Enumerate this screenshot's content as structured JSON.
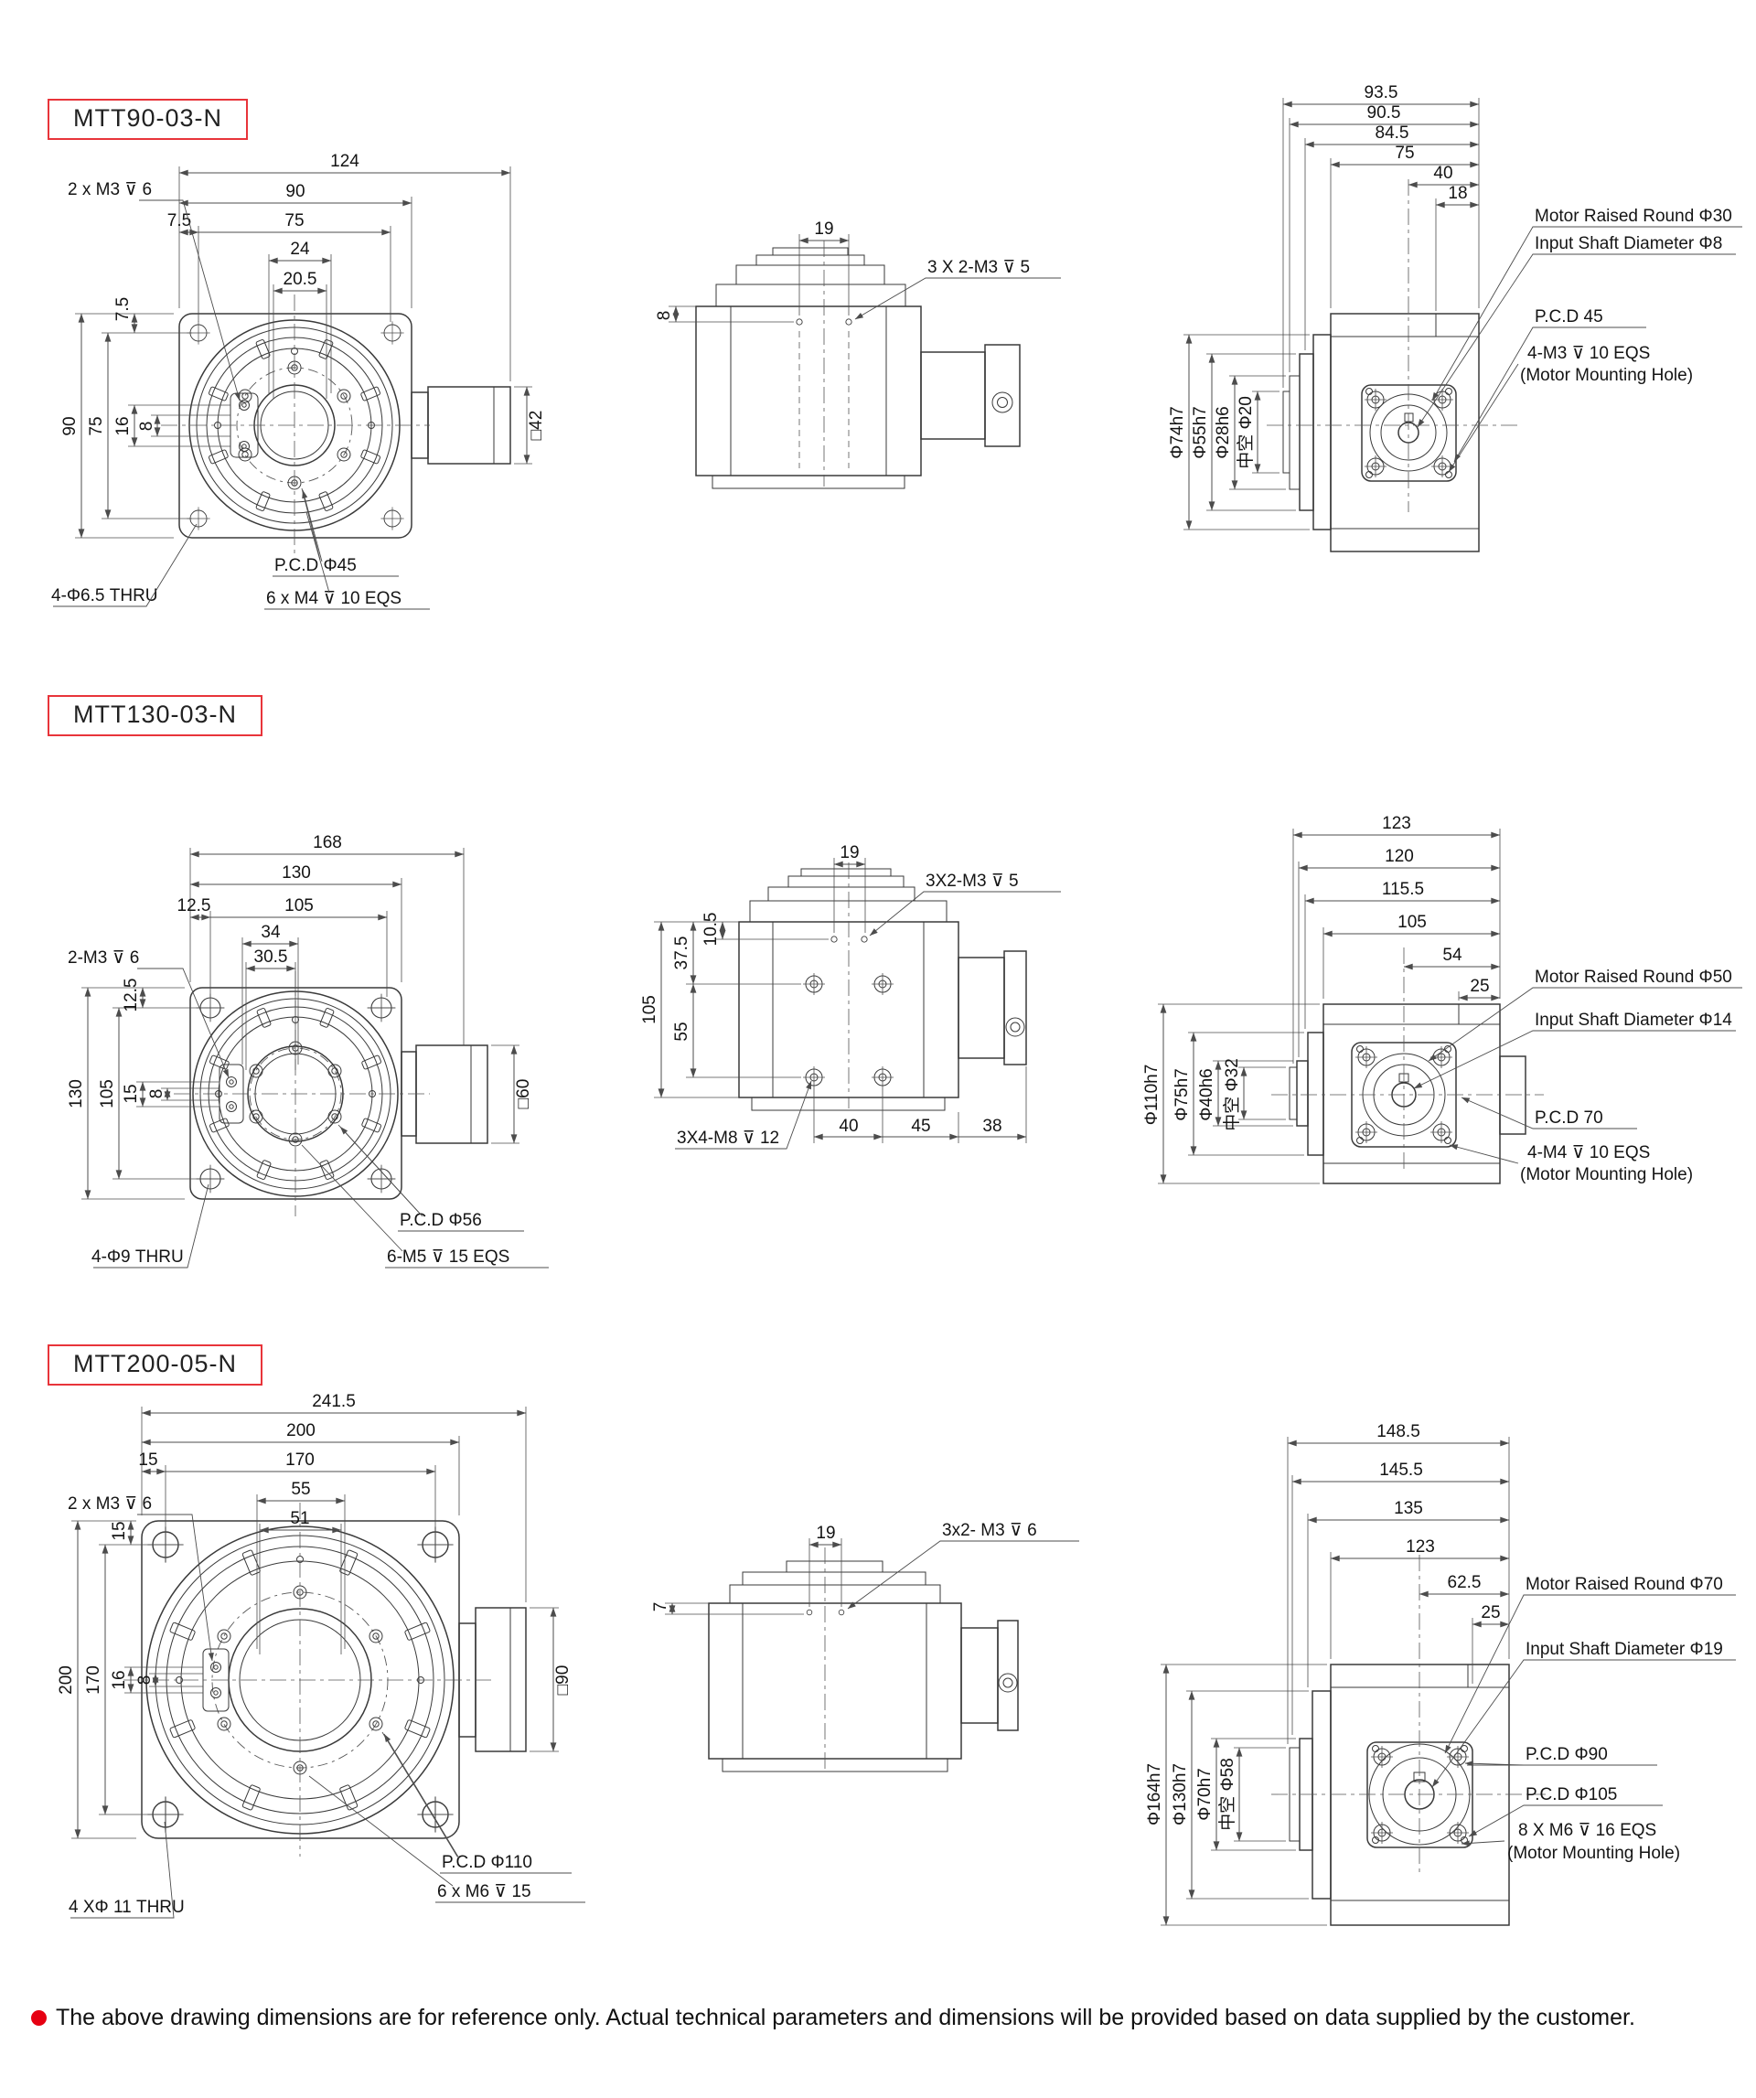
{
  "colors": {
    "accent_red": "#e8343a",
    "bullet_red": "#e60012",
    "line": "#3a3a3a"
  },
  "footer": {
    "text": "The above drawing dimensions are for reference only. Actual technical parameters and dimensions will be provided based on data supplied by the customer."
  },
  "figures": [
    {
      "model": "MTT90-03-N",
      "front": {
        "top": [
          "124",
          "90",
          "7.5",
          "75",
          "24",
          "20.5"
        ],
        "left_top": "7.5",
        "left": [
          "90",
          "75",
          "16",
          "8"
        ],
        "square": "□42",
        "tap": "2 x M3 ⊽ 6",
        "thru": "4-Φ6.5  THRU",
        "pcd": "P.C.D    Φ45",
        "eqs": "6 x M4 ⊽ 10 EQS"
      },
      "topview": {
        "width": "19",
        "side": "8",
        "tap": "3 X 2-M3 ⊽ 5"
      },
      "side": {
        "top": [
          "93.5",
          "90.5",
          "84.5",
          "75",
          "40",
          "18"
        ],
        "left": [
          "Φ74h7",
          "Φ55h7",
          "Φ28h6",
          "中空 Φ20"
        ],
        "labels": [
          "Motor Raised Round Φ30",
          "Input Shaft Diameter Φ8",
          "P.C.D 45",
          "4-M3 ⊽ 10 EQS",
          "(Motor Mounting Hole)"
        ]
      }
    },
    {
      "model": "MTT130-03-N",
      "front": {
        "top": [
          "168",
          "130",
          "12.5",
          "105",
          "34",
          "30.5"
        ],
        "left_top": "12.5",
        "left": [
          "130",
          "105",
          "15",
          "8"
        ],
        "square": "□60",
        "tap": "2-M3 ⊽ 6",
        "thru": "4-Φ9  THRU",
        "pcd": "P.C.D    Φ56",
        "eqs": "6-M5 ⊽ 15 EQS"
      },
      "topview": {
        "width": "19",
        "tap": "3X2-M3 ⊽ 5",
        "tap2": "3X4-M8 ⊽ 12",
        "left": [
          "105",
          "37.5",
          "10.5",
          "55"
        ],
        "bottom": [
          "40",
          "45",
          "38"
        ]
      },
      "side": {
        "top": [
          "123",
          "120",
          "115.5",
          "105",
          "54",
          "25"
        ],
        "left": [
          "Φ110h7",
          "Φ75h7",
          "Φ40h6",
          "中空 Φ32"
        ],
        "labels": [
          "Motor Raised Round Φ50",
          "Input Shaft Diameter Φ14",
          "P.C.D 70",
          "4-M4 ⊽ 10 EQS",
          "(Motor Mounting Hole)"
        ]
      }
    },
    {
      "model": "MTT200-05-N",
      "front": {
        "top": [
          "241.5",
          "200",
          "15",
          "170",
          "55",
          "51"
        ],
        "left_top": "15",
        "left": [
          "200",
          "170",
          "16",
          "8"
        ],
        "square": "□90",
        "tap": "2 x M3 ⊽ 6",
        "thru": "4 XΦ 11 THRU",
        "pcd": "P.C.D   Φ110",
        "eqs": "6 x M6 ⊽ 15"
      },
      "topview": {
        "width": "19",
        "side": "7",
        "tap": "3x2- M3 ⊽ 6"
      },
      "side": {
        "top": [
          "148.5",
          "145.5",
          "135",
          "123",
          "62.5",
          "25"
        ],
        "left": [
          "Φ164h7",
          "Φ130h7",
          "Φ70h7",
          "中空 Φ58"
        ],
        "labels": [
          "Motor Raised Round Φ70",
          "Input Shaft Diameter Φ19",
          "P.C.D    Φ90",
          "P.C.D    Φ105",
          "8 X M6 ⊽ 16 EQS",
          "(Motor Mounting Hole)"
        ]
      }
    }
  ]
}
